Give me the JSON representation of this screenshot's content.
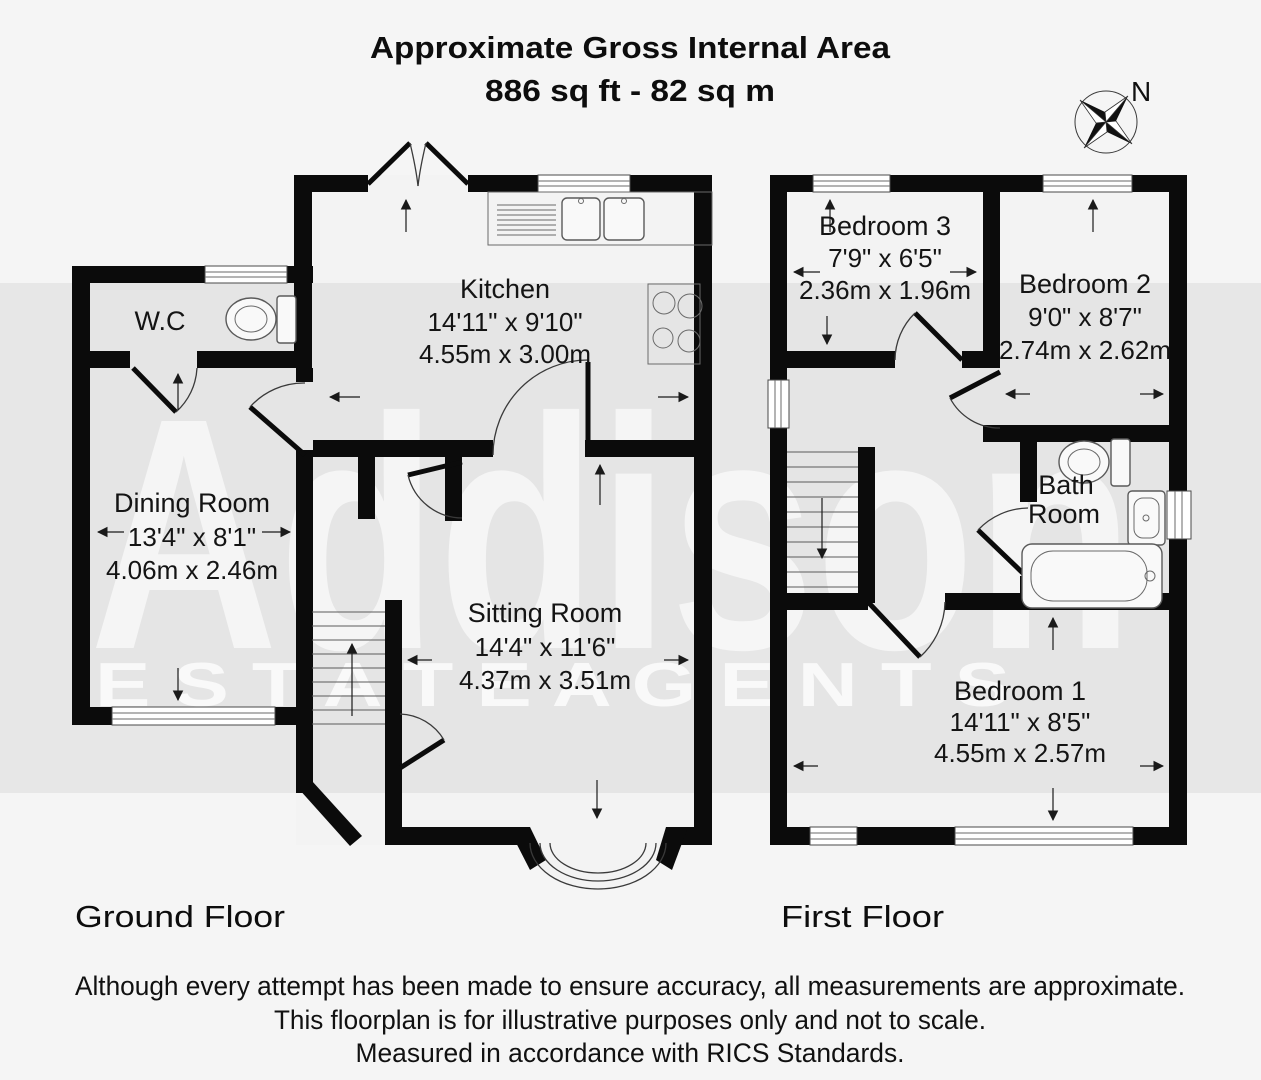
{
  "title": {
    "line1": "Approximate Gross Internal Area",
    "line2": "886 sq ft - 82 sq m"
  },
  "compass": {
    "north_label": "N"
  },
  "watermark": {
    "name": "Addison",
    "tagline": "E S T A T E   A G E N T S"
  },
  "ground_floor": {
    "label": "Ground Floor",
    "rooms": [
      {
        "name": "W.C",
        "imperial": "",
        "metric": ""
      },
      {
        "name": "Kitchen",
        "imperial": "14'11\" x 9'10\"",
        "metric": "4.55m x 3.00m"
      },
      {
        "name": "Dining Room",
        "imperial": "13'4\" x 8'1\"",
        "metric": "4.06m x 2.46m"
      },
      {
        "name": "Sitting Room",
        "imperial": "14'4\" x 11'6\"",
        "metric": "4.37m x 3.51m"
      }
    ]
  },
  "first_floor": {
    "label": "First Floor",
    "rooms": [
      {
        "name": "Bedroom 3",
        "imperial": "7'9\" x 6'5\"",
        "metric": "2.36m x 1.96m"
      },
      {
        "name": "Bedroom 2",
        "imperial": "9'0\" x 8'7\"",
        "metric": "2.74m x 2.62m"
      },
      {
        "name": "Bath Room",
        "name_line1": "Bath",
        "name_line2": "Room"
      },
      {
        "name": "Bedroom 1",
        "imperial": "14'11\" x 8'5\"",
        "metric": "4.55m x 2.57m"
      }
    ]
  },
  "disclaimer": {
    "line1": "Although every attempt has been made to ensure accuracy, all measurements are approximate.",
    "line2": "This floorplan is for illustrative purposes only and not to scale.",
    "line3": "Measured in accordance with RICS Standards."
  },
  "colors": {
    "background": "#f5f5f5",
    "wall": "#0b0b0b",
    "band": "#e6e6e6",
    "watermark": "#ffffff"
  }
}
